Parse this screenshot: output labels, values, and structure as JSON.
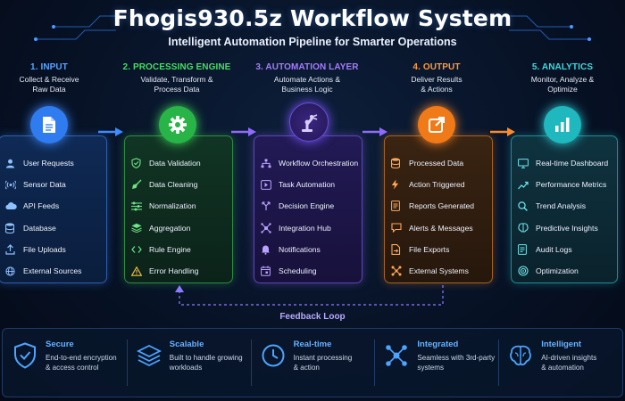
{
  "header": {
    "title": "Fhogis930.5z Workflow System",
    "subtitle": "Intelligent Automation Pipeline for Smarter Operations"
  },
  "stages": [
    {
      "title": "1. INPUT",
      "desc_line1": "Collect & Receive",
      "desc_line2": "Raw Data",
      "color": "#3f8bff",
      "icon": "document-icon",
      "items": [
        {
          "label": "User Requests",
          "icon": "user-icon"
        },
        {
          "label": "Sensor Data",
          "icon": "signal-icon"
        },
        {
          "label": "API Feeds",
          "icon": "cloud-icon"
        },
        {
          "label": "Database",
          "icon": "database-icon"
        },
        {
          "label": "File Uploads",
          "icon": "upload-icon"
        },
        {
          "label": "External Sources",
          "icon": "globe-icon"
        }
      ]
    },
    {
      "title": "2. PROCESSING ENGINE",
      "desc_line1": "Validate, Transform &",
      "desc_line2": "Process Data",
      "color": "#3ed65a",
      "icon": "gear-icon",
      "items": [
        {
          "label": "Data Validation",
          "icon": "shield-check-icon"
        },
        {
          "label": "Data Cleaning",
          "icon": "broom-icon"
        },
        {
          "label": "Normalization",
          "icon": "sliders-icon"
        },
        {
          "label": "Aggregation",
          "icon": "layers-icon"
        },
        {
          "label": "Rule Engine",
          "icon": "code-icon"
        },
        {
          "label": "Error Handling",
          "icon": "warning-icon"
        }
      ]
    },
    {
      "title": "3. AUTOMATION LAYER",
      "desc_line1": "Automate Actions &",
      "desc_line2": "Business Logic",
      "color": "#9a6bff",
      "icon": "robot-arm-icon",
      "items": [
        {
          "label": "Workflow Orchestration",
          "icon": "hierarchy-icon"
        },
        {
          "label": "Task Automation",
          "icon": "play-icon"
        },
        {
          "label": "Decision Engine",
          "icon": "split-icon"
        },
        {
          "label": "Integration Hub",
          "icon": "hub-icon"
        },
        {
          "label": "Notifications",
          "icon": "bell-icon"
        },
        {
          "label": "Scheduling",
          "icon": "calendar-icon"
        }
      ]
    },
    {
      "title": "4. OUTPUT",
      "desc_line1": "Deliver Results",
      "desc_line2": "& Actions",
      "color": "#ff8a2a",
      "icon": "export-icon",
      "items": [
        {
          "label": "Processed Data",
          "icon": "database-icon"
        },
        {
          "label": "Action Triggered",
          "icon": "bolt-icon"
        },
        {
          "label": "Reports Generated",
          "icon": "report-icon"
        },
        {
          "label": "Alerts & Messages",
          "icon": "chat-icon"
        },
        {
          "label": "File Exports",
          "icon": "file-export-icon"
        },
        {
          "label": "External Systems",
          "icon": "network-icon"
        }
      ]
    },
    {
      "title": "5. ANALYTICS",
      "desc_line1": "Monitor, Analyze &",
      "desc_line2": "Optimize",
      "color": "#2fd3d8",
      "icon": "bar-chart-icon",
      "items": [
        {
          "label": "Real-time Dashboard",
          "icon": "monitor-icon"
        },
        {
          "label": "Performance Metrics",
          "icon": "trend-icon"
        },
        {
          "label": "Trend Analysis",
          "icon": "search-icon"
        },
        {
          "label": "Predictive Insights",
          "icon": "brain-icon"
        },
        {
          "label": "Audit Logs",
          "icon": "log-icon"
        },
        {
          "label": "Optimization",
          "icon": "target-icon"
        }
      ]
    }
  ],
  "feedback": {
    "label": "Feedback Loop",
    "color": "#8f7bff"
  },
  "features": [
    {
      "title": "Secure",
      "line1": "End-to-end encryption",
      "line2": "& access control",
      "icon": "shield-lock-icon"
    },
    {
      "title": "Scalable",
      "line1": "Built to handle growing",
      "line2": "workloads",
      "icon": "stack-icon"
    },
    {
      "title": "Real-time",
      "line1": "Instant processing",
      "line2": "& action",
      "icon": "clock-icon"
    },
    {
      "title": "Integrated",
      "line1": "Seamless with 3rd-party",
      "line2": "systems",
      "icon": "network-icon"
    },
    {
      "title": "Intelligent",
      "line1": "AI-driven insights",
      "line2": "& automation",
      "icon": "brain-icon"
    }
  ]
}
